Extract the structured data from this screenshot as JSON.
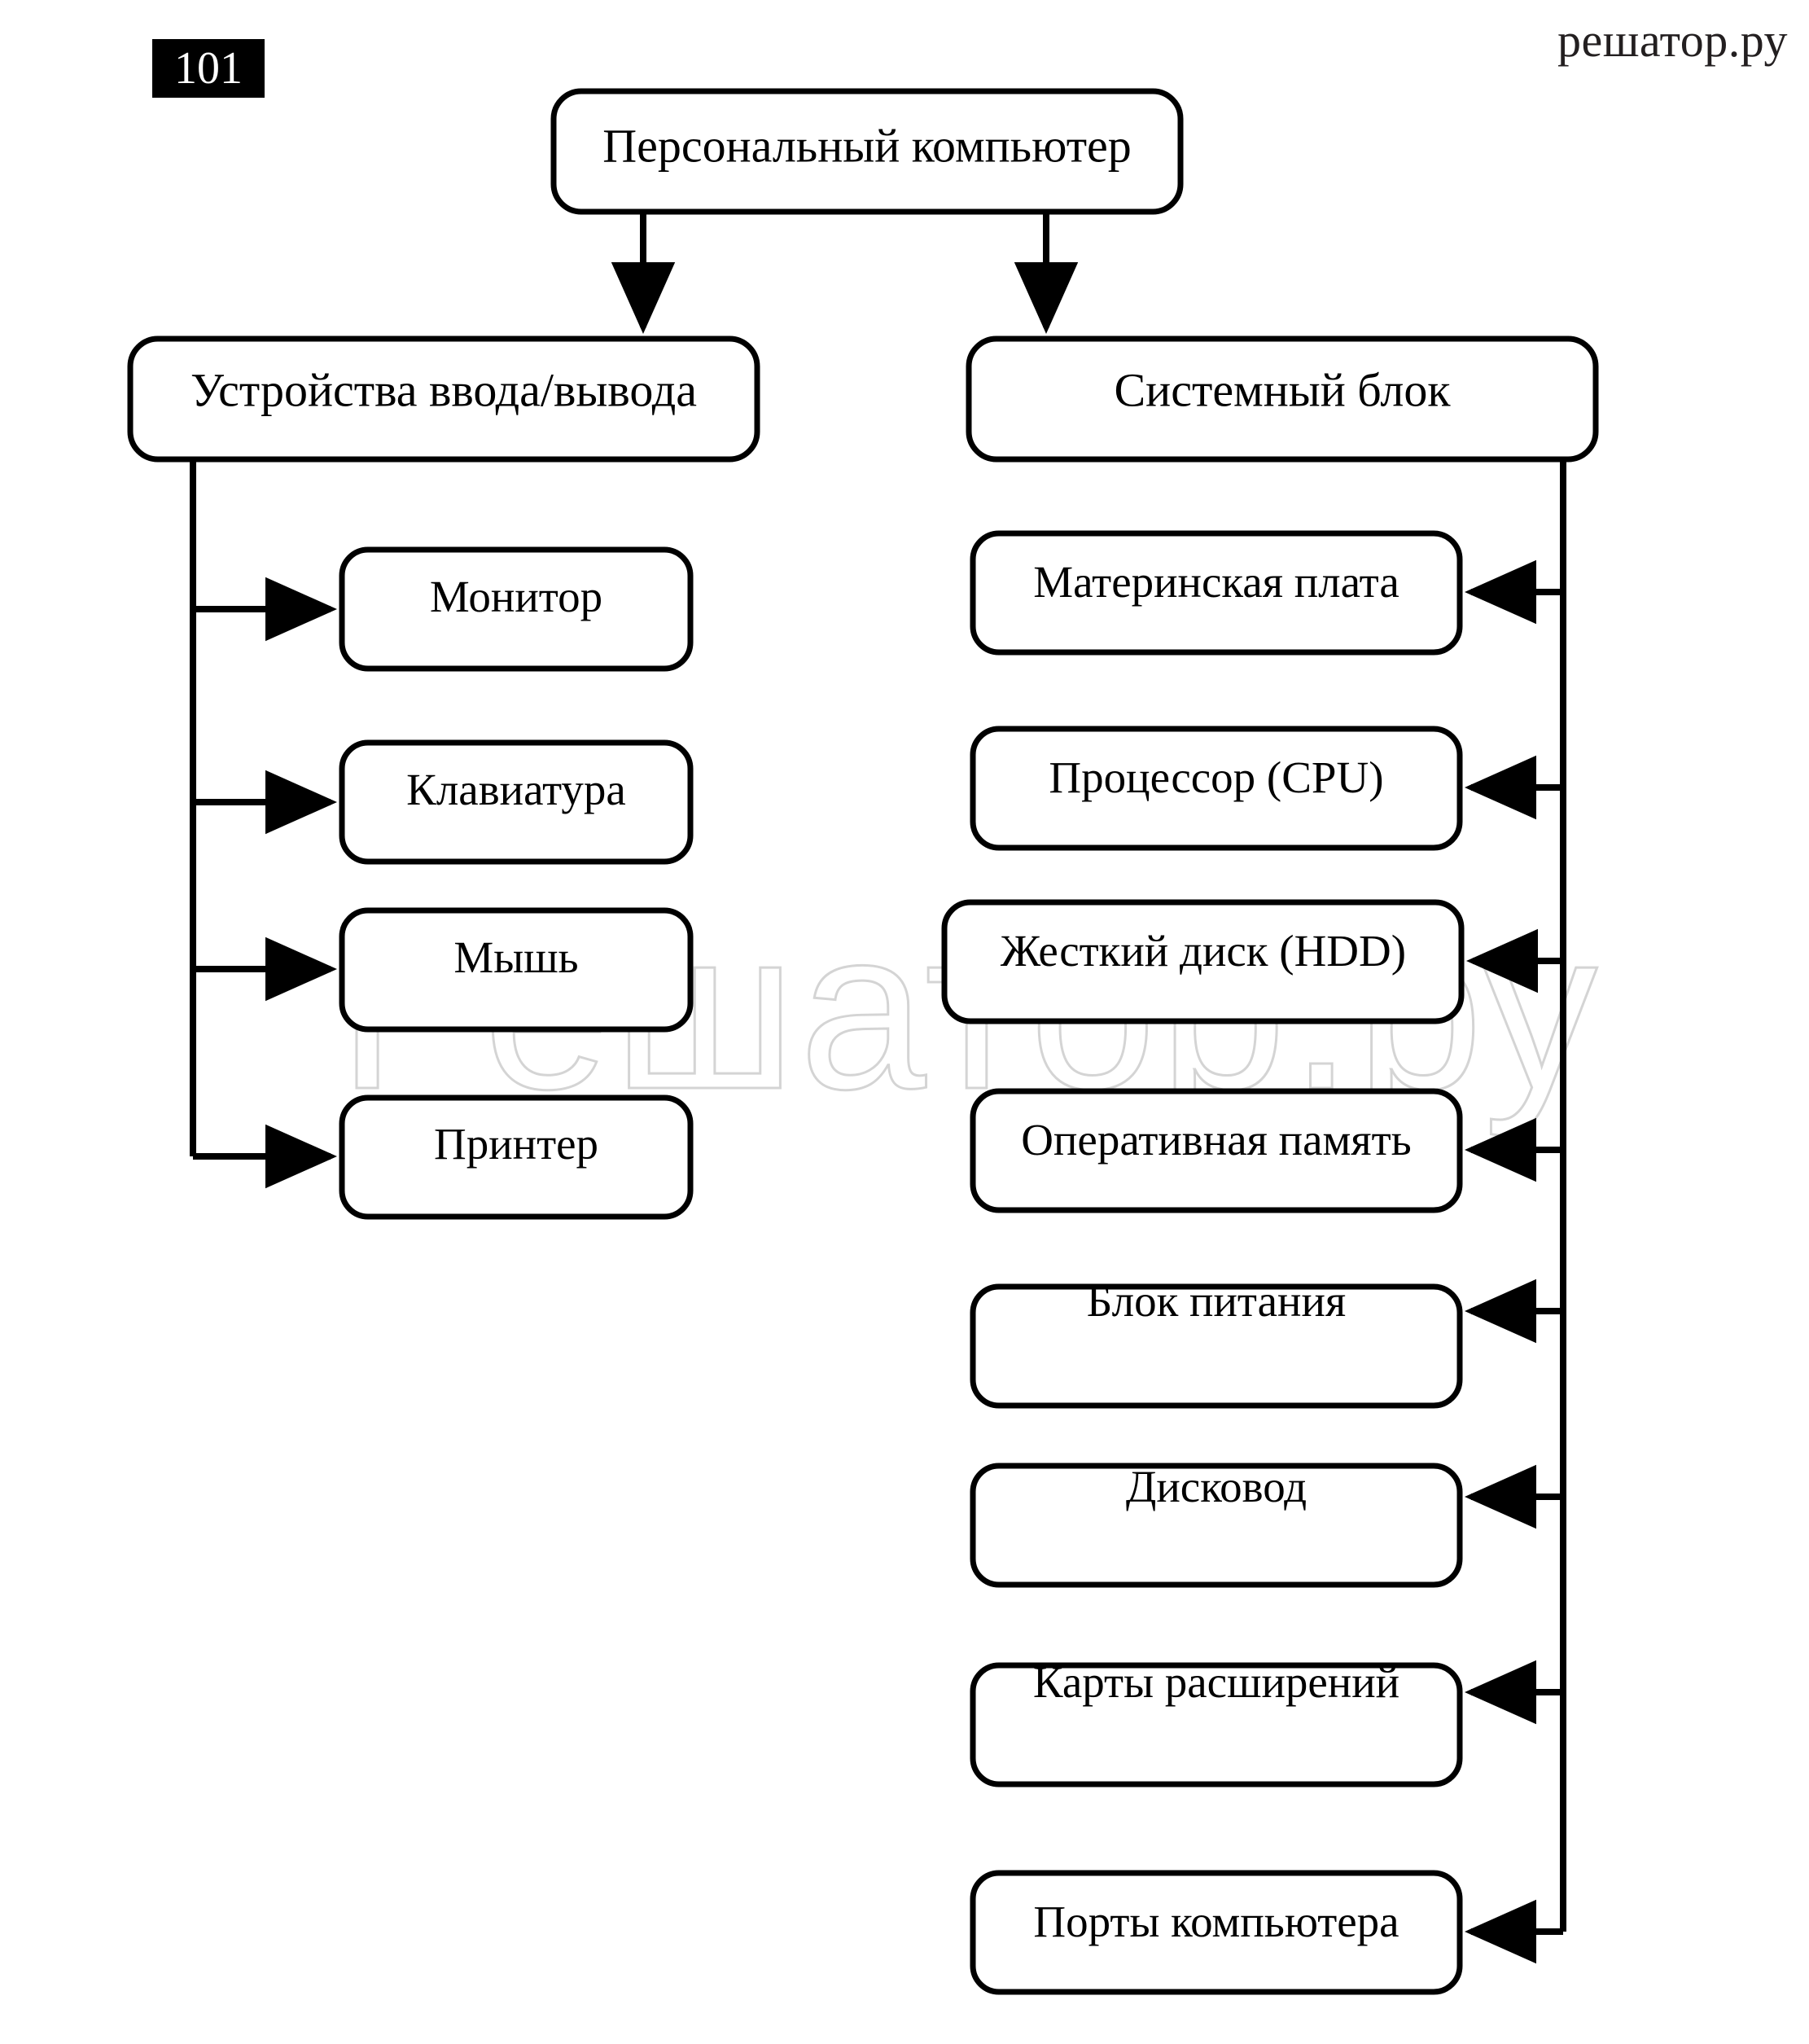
{
  "page": {
    "badge_number": "101",
    "site_mark": "решатор.ру",
    "watermark": "Решатор.ру"
  },
  "diagram": {
    "type": "tree",
    "root": "Персональный компьютер",
    "branches": [
      {
        "title": "Устройства ввода/вывода",
        "children": [
          "Монитор",
          "Клавиатура",
          "Мышь",
          "Принтер"
        ]
      },
      {
        "title": "Системный блок",
        "children": [
          "Материнская плата",
          "Процессор (CPU)",
          "Жесткий диск (HDD)",
          "Оперативная память",
          "Блок питания",
          "Дисковод",
          "Карты расширений",
          "Порты компьютера"
        ]
      }
    ],
    "colors": {
      "stroke": "#000000",
      "fill": "#ffffff",
      "watermark": "#d4d4d4",
      "badge_bg": "#000000",
      "badge_fg": "#ffffff"
    }
  }
}
